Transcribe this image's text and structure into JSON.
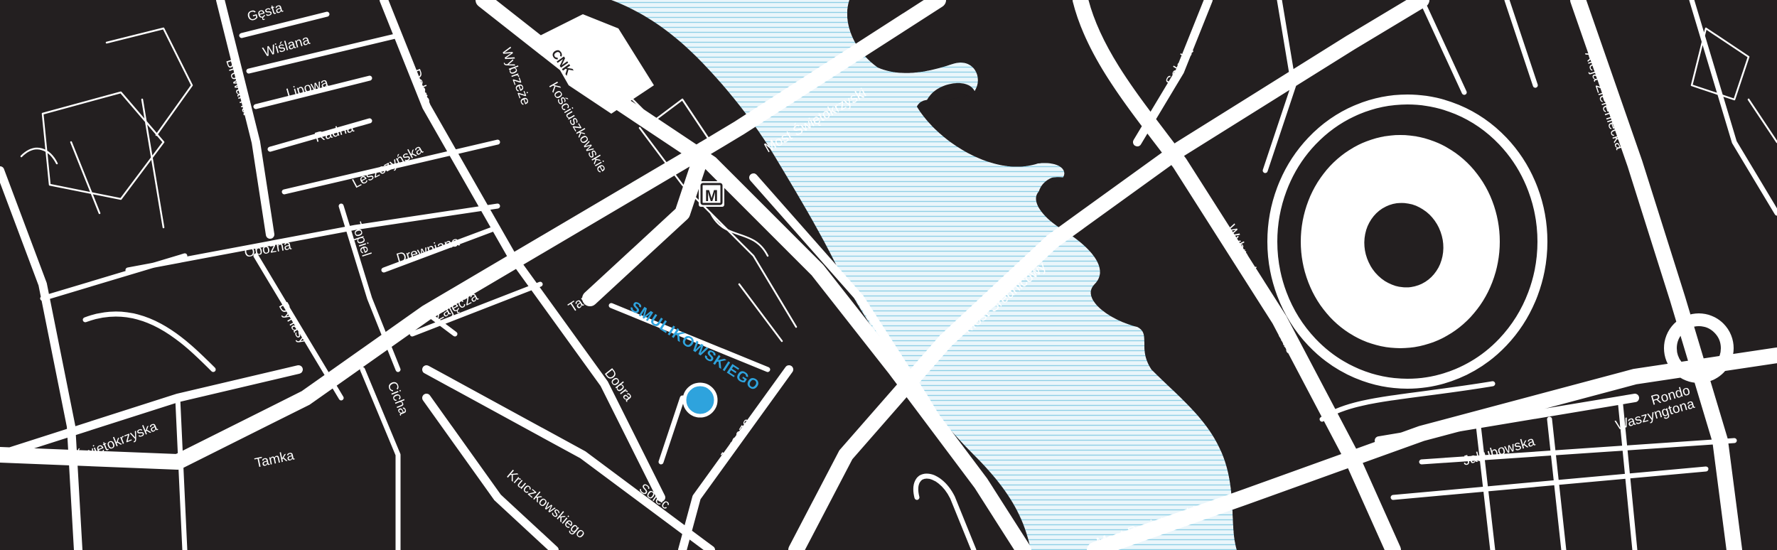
{
  "colors": {
    "land": "#231f20",
    "road": "#ffffff",
    "water": "#eaf6fb",
    "water_lines": "#8ecfe6",
    "accent": "#2ea3dd"
  },
  "highlight": {
    "label": "SMULIKOWSKIEGO",
    "marker_icon": "location-dot-icon"
  },
  "metro": {
    "letter": "M",
    "icon": "metro-station-icon"
  },
  "landmark": {
    "label": "CNK"
  },
  "streets": {
    "gesta": "Gęsta",
    "wislana": "Wiślana",
    "browarna": "Browarna",
    "lipowa": "Lipowa",
    "radna": "Radna",
    "dobra_n": "Dobra",
    "wybrzeze_k1": "Wybrzeże",
    "wybrzeze_k2": "Kościuszkowskie",
    "leszczynska": "Leszczyńska",
    "obozna": "Oboźna",
    "topiel": "Topiel",
    "drewniana": "Drewniana",
    "dynasy": "Dynasy",
    "zajecza": "Zajęcza",
    "tamka_n": "Tamka",
    "tamka_s": "Tamka",
    "dobra_s": "Dobra",
    "cicha": "Cicha",
    "swietokrzyska": "Świętokrzyska",
    "kruczkowskiego": "Kruczkowskiego",
    "solec": "Solec",
    "jaracza": "Jaracza",
    "most_swietokrzyski": "Most Świętokrzyski",
    "most_srednicowy": "Most Średnicowy",
    "most_poniatowskiego": "Most Poniatowskiego",
    "sokola": "Sokola",
    "wybrzeze_szczecinskie": "Wybrzeże Szczecińskie",
    "aleja_zieleniecka": "Aleja Zieleniecka",
    "jakubowska": "Jakubowska",
    "rondo_1": "Rondo",
    "rondo_2": "Waszyngtona"
  }
}
